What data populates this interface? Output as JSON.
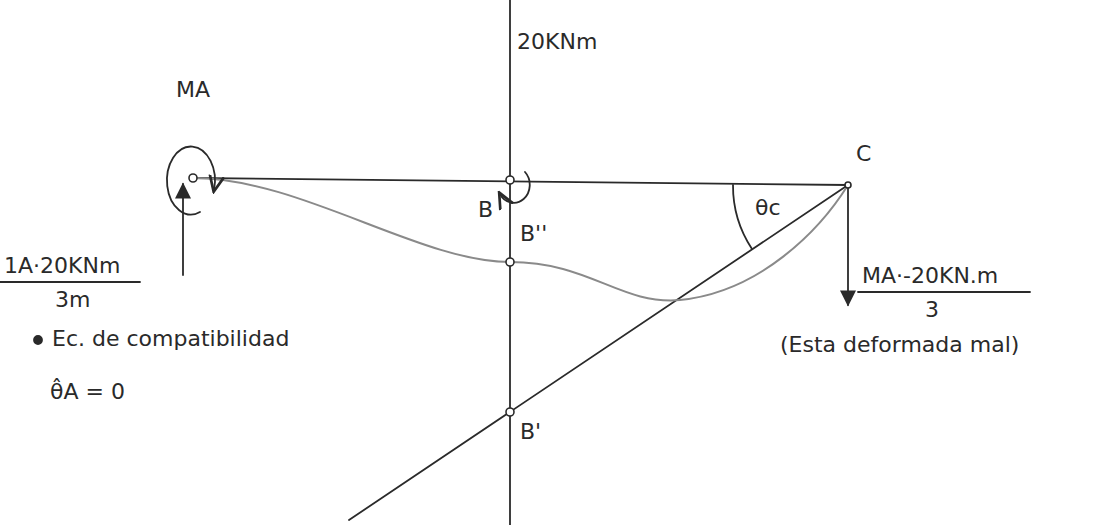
{
  "diagram": {
    "labels": [
      "MA",
      "20KNm",
      "C",
      "B",
      "B''",
      "θc",
      "1A·20KNm",
      "3m",
      "MA·-20KN.m",
      "3",
      "Ec. de compatibilidad",
      "(Esta deformada mal)",
      "θ̂A = 0",
      "B'"
    ]
  }
}
